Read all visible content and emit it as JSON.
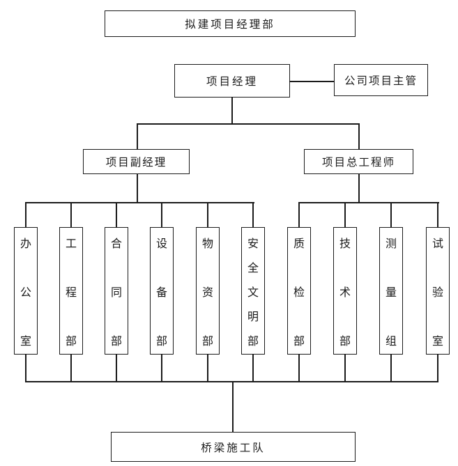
{
  "chart": {
    "type": "org-chart",
    "nodes": {
      "headquarters": "拟建项目经理部",
      "project_manager": "项目经理",
      "company_supervisor": "公司项目主管",
      "deputy_manager": "项目副经理",
      "chief_engineer": "项目总工程师",
      "construction_team": "桥梁施工队"
    },
    "departments": {
      "left": [
        "办公室",
        "工程部",
        "合同部",
        "设备部",
        "物资部",
        "安全文明部"
      ],
      "right": [
        "质检部",
        "技术部",
        "测量组",
        "试验室"
      ]
    },
    "colors": {
      "line": "#1a1a1a",
      "background": "#ffffff"
    }
  }
}
